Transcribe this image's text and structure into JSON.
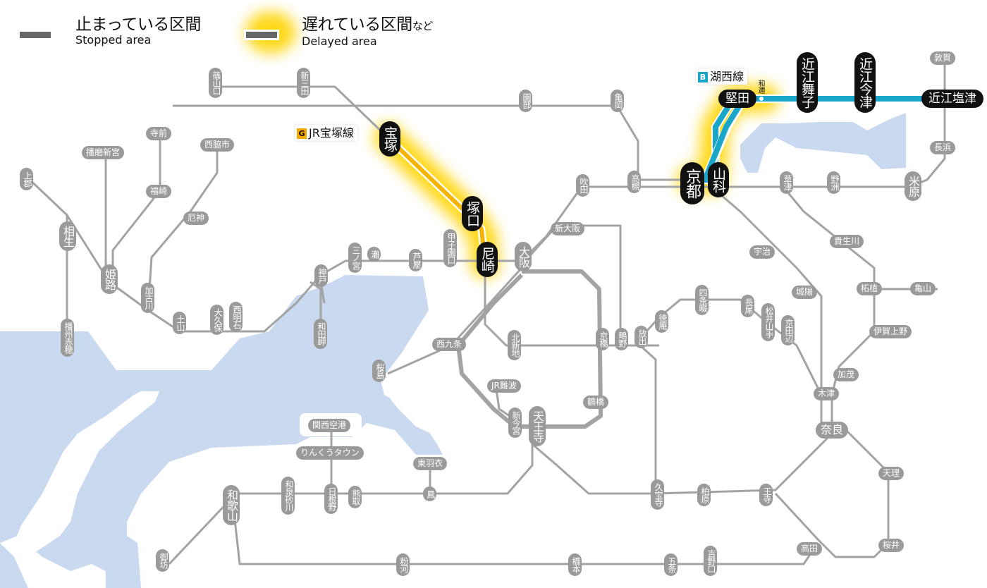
{
  "legend": {
    "stopped": {
      "jp": "止まっている区間",
      "en": "Stopped area",
      "color": "#666666"
    },
    "delayed": {
      "jp": "遅れている区間",
      "jp_suffix": "など",
      "en": "Delayed area",
      "glow_color": "#ffd400"
    }
  },
  "colors": {
    "water": "#c9d9f0",
    "line": "#a0a0a0",
    "station_bg": "#9a9a9a",
    "affected_station_bg": "#111111",
    "delay_line": "#f5b400",
    "delay_glow": "#ffd400",
    "kosei_line": "#19a6c8",
    "takarazuka_badge": "#f5a800",
    "kosei_badge": "#19a6c8"
  },
  "affected_lines": [
    {
      "badge": "G",
      "name": "JR宝塚線",
      "status": "delayed",
      "stations": [
        "宝塚",
        "塚口",
        "尼崎"
      ]
    },
    {
      "badge": "B",
      "name": "湖西線",
      "status": "delayed",
      "stations": [
        "京都",
        "山科",
        "堅田",
        "和邇",
        "近江舞子",
        "近江今津",
        "近江塩津"
      ]
    }
  ],
  "stations": {
    "sasayamaguchi": "篠山口",
    "shinsanda": "新三田",
    "sonobe": "園部",
    "kameoka": "亀岡",
    "terama": "寺前",
    "harimashingu": "播磨新宮",
    "nishiwakishi": "西脇市",
    "kamigori": "上郡",
    "fukusaki": "福崎",
    "yakujin": "厄神",
    "aioi": "相生",
    "himeji": "姫路",
    "kakogawa": "加古川",
    "banshuako": "播州赤穂",
    "doyama": "土山",
    "okubo": "大久保",
    "nishiakashi": "西明石",
    "kobe": "神戸",
    "wadamisaki": "和田岬",
    "sannomiya": "三ノ宮",
    "nada": "灘",
    "ashiya": "芦屋",
    "koshienguchi": "甲子園口",
    "takarazuka": "宝塚",
    "tsukaguchi": "塚口",
    "amagasaki": "尼崎",
    "osaka": "大阪",
    "shinosaka": "新大阪",
    "suita": "吹田",
    "takatsuki": "高槻",
    "kyoto": "京都",
    "yamashina": "山科",
    "katata": "堅田",
    "wani": "和邇",
    "omimaiko": "近江舞子",
    "omiimazu": "近江今津",
    "omishiotsu": "近江塩津",
    "tsuruga": "敦賀",
    "nagahama": "長浜",
    "maibara": "米原",
    "kusatsu": "草津",
    "yasu": "野洲",
    "uji": "宇治",
    "kibukawa": "貴生川",
    "tsuge": "柘植",
    "kameyama": "亀山",
    "joyo": "城陽",
    "igaueno": "伊賀上野",
    "kamo": "加茂",
    "kizu": "木津",
    "nara": "奈良",
    "nishikujo": "西九条",
    "sakurajima": "桜島",
    "kitashinchi": "北新地",
    "kyobashi": "京橋",
    "shigino": "鴫野",
    "hanaten": "放出",
    "tokuan": "徳庵",
    "shijonawate": "四条畷",
    "nagao": "長尾",
    "matsuiyamate": "松井山手",
    "kyotanabe": "京田辺",
    "jrnamba": "JR難波",
    "shinimamiya": "新今宮",
    "tennoji": "天王寺",
    "tsuruhashi": "鶴橋",
    "kansaiairport": "関西空港",
    "rinkutown": "りんくうタウン",
    "higashihagoromo": "東羽衣",
    "otori": "鳳",
    "wakayama": "和歌山",
    "izumisunagawa": "和泉砂川",
    "hineno": "日根野",
    "kumatori": "熊取",
    "kyuhoji": "久宝寺",
    "kashiwara": "柏原",
    "oji": "王寺",
    "tenri": "天理",
    "takada": "高田",
    "sakurai": "桜井",
    "gobo": "御坊",
    "kokawa": "粉河",
    "hashimoto": "橋本",
    "gojo": "五条",
    "yoshinoguchi": "吉野口"
  }
}
